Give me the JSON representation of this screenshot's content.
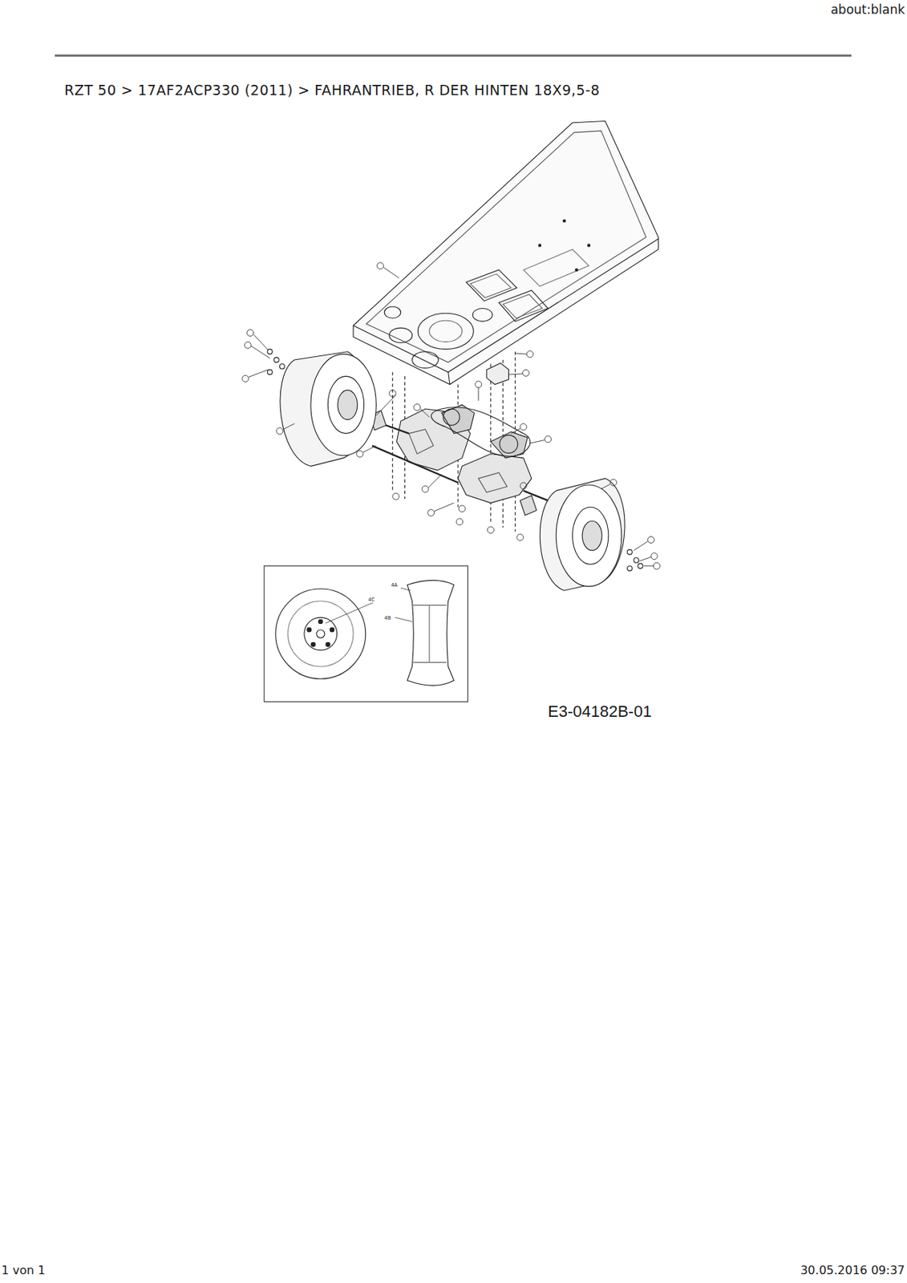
{
  "diagram": {
    "title": "RZT 50 > 17AF2ACP330 (2011) > FAHRANTRIEB, R DER HINTEN 18X9,5-8",
    "labels": [
      "about:blank",
      "E3-04182B-01",
      "1 von 1",
      "30.05.2016 09:37",
      "4A",
      "4B",
      "4C"
    ]
  }
}
